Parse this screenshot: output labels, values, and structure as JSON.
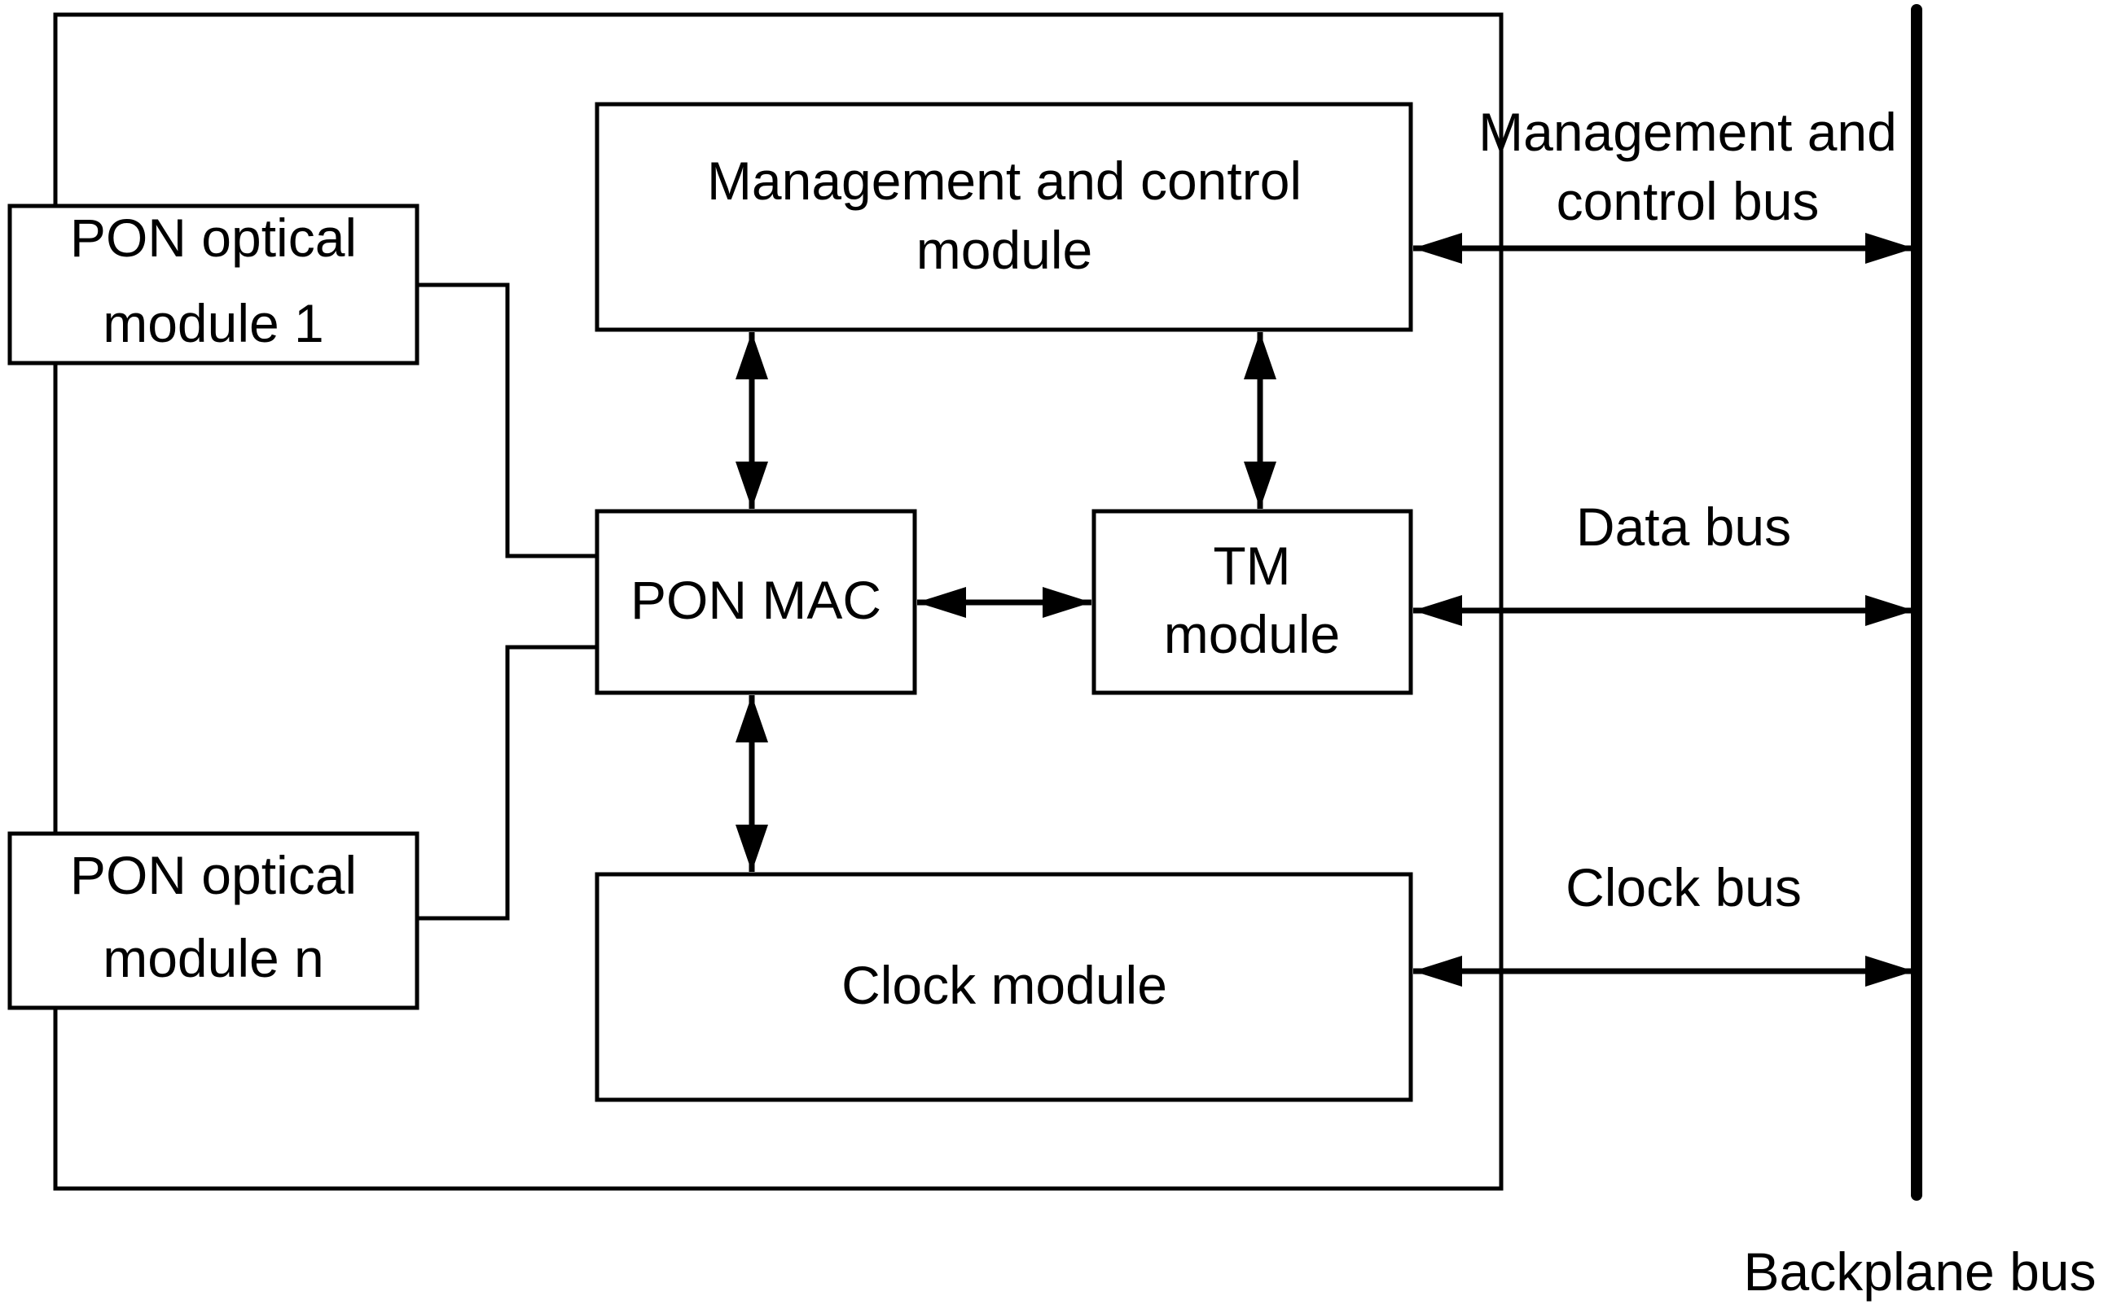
{
  "colors": {
    "line": "#000000",
    "background": "#ffffff",
    "box_fill": "#ffffff"
  },
  "modules": {
    "pon_optical_1": {
      "line1": "PON optical",
      "line2": "module 1"
    },
    "pon_optical_n": {
      "line1": "PON optical",
      "line2": "module n"
    },
    "management_control": {
      "line1": "Management and control",
      "line2": "module"
    },
    "pon_mac": {
      "label": "PON MAC"
    },
    "tm": {
      "line1": "TM",
      "line2": "module"
    },
    "clock": {
      "label": "Clock module"
    }
  },
  "buses": {
    "management_control_bus": {
      "line1": "Management and",
      "line2": "control bus"
    },
    "data_bus": {
      "label": "Data bus"
    },
    "clock_bus": {
      "label": "Clock bus"
    },
    "backplane_bus": {
      "label": "Backplane bus"
    }
  }
}
